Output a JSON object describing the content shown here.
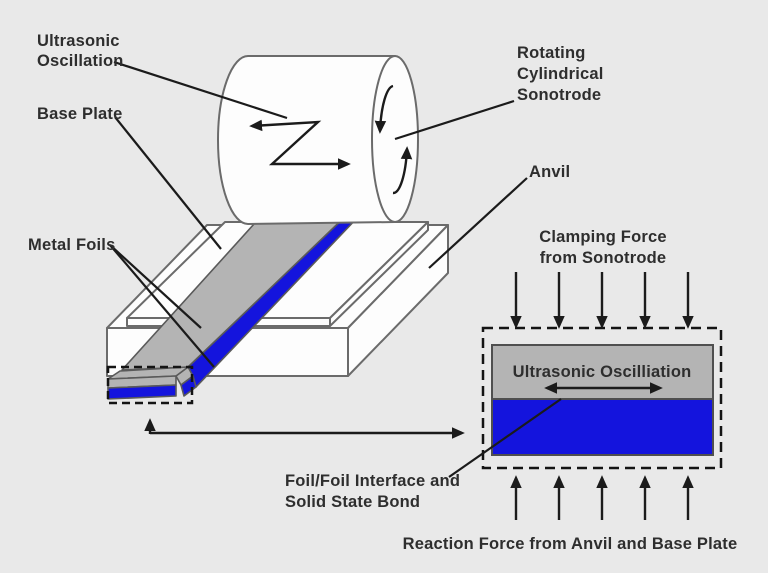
{
  "colors": {
    "background": "#e9e9e9",
    "surface_white": "#fdfdfd",
    "foil_gray": "#b4b4b4",
    "foil_blue": "#1414dd",
    "outline_gray": "#6b6b6b",
    "ink": "#1b1b1b"
  },
  "labels": {
    "ultrasonic_oscillation": [
      "Ultrasonic",
      "Oscillation"
    ],
    "base_plate": "Base Plate",
    "metal_foils": "Metal Foils",
    "rotating_sonotrode": [
      "Rotating",
      "Cylindrical",
      "Sonotrode"
    ],
    "anvil": "Anvil",
    "clamping_force": [
      "Clamping Force",
      "from Sonotrode"
    ],
    "inset_oscillation": "Ultrasonic Oscilliation",
    "foil_interface": [
      "Foil/Foil Interface and",
      "Solid State Bond"
    ],
    "reaction_force": "Reaction Force from Anvil and Base Plate"
  }
}
